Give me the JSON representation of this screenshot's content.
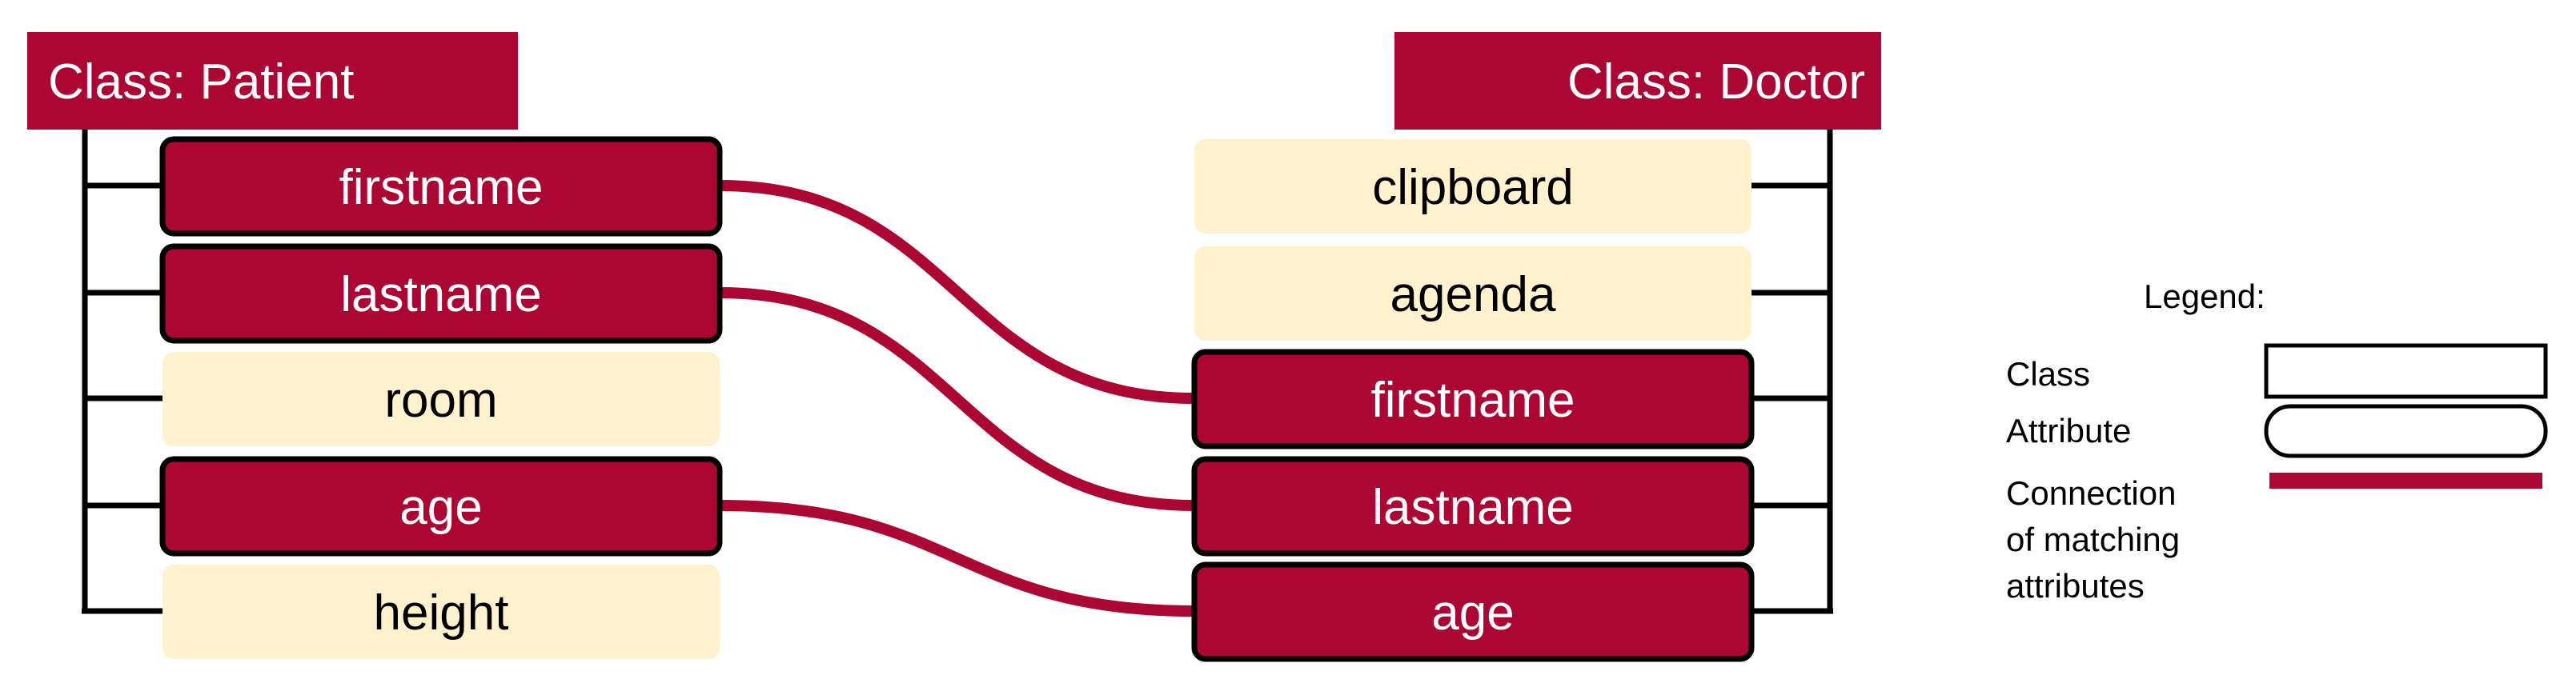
{
  "colors": {
    "matched_fill": "#AC0633",
    "unmatched_fill": "#FEF1CD",
    "connection": "#AC0633",
    "line": "#000000",
    "matched_text": "#FFFFFF",
    "unmatched_text": "#000000"
  },
  "classes": [
    {
      "id": "patient",
      "title": "Class: Patient",
      "attributes": [
        {
          "label": "firstname",
          "matched": true
        },
        {
          "label": "lastname",
          "matched": true
        },
        {
          "label": "room",
          "matched": false
        },
        {
          "label": "age",
          "matched": true
        },
        {
          "label": "height",
          "matched": false
        }
      ]
    },
    {
      "id": "doctor",
      "title": "Class: Doctor",
      "attributes": [
        {
          "label": "clipboard",
          "matched": false
        },
        {
          "label": "agenda",
          "matched": false
        },
        {
          "label": "firstname",
          "matched": true
        },
        {
          "label": "lastname",
          "matched": true
        },
        {
          "label": "age",
          "matched": true
        }
      ]
    }
  ],
  "connections": [
    {
      "from": 0,
      "to": 2
    },
    {
      "from": 1,
      "to": 3
    },
    {
      "from": 3,
      "to": 4
    }
  ],
  "legend": {
    "title": "Legend:",
    "class_label": "Class",
    "attribute_label": "Attribute",
    "connection_label_lines": [
      "Connection",
      "of matching",
      "attributes"
    ]
  }
}
